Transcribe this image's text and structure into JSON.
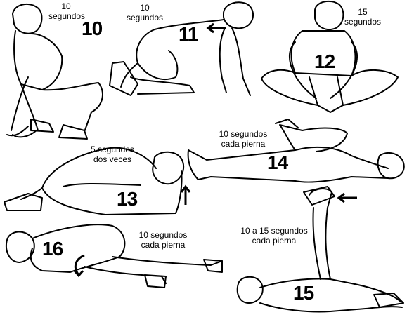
{
  "exercises": [
    {
      "number": "10",
      "caption": [
        "10",
        "segundos"
      ]
    },
    {
      "number": "11",
      "caption": [
        "10",
        "segundos"
      ]
    },
    {
      "number": "12",
      "caption": [
        "15",
        "segundos"
      ]
    },
    {
      "number": "13",
      "caption": [
        "5 segundos",
        "dos veces"
      ]
    },
    {
      "number": "14",
      "caption": [
        "10 segundos",
        "cada pierna"
      ]
    },
    {
      "number": "15",
      "caption": [
        "10 a 15 segundos",
        "cada pierna"
      ]
    },
    {
      "number": "16",
      "caption": [
        "10 segundos",
        "cada pierna"
      ]
    }
  ],
  "colors": {
    "ink": "#000000",
    "paper": "#ffffff"
  }
}
